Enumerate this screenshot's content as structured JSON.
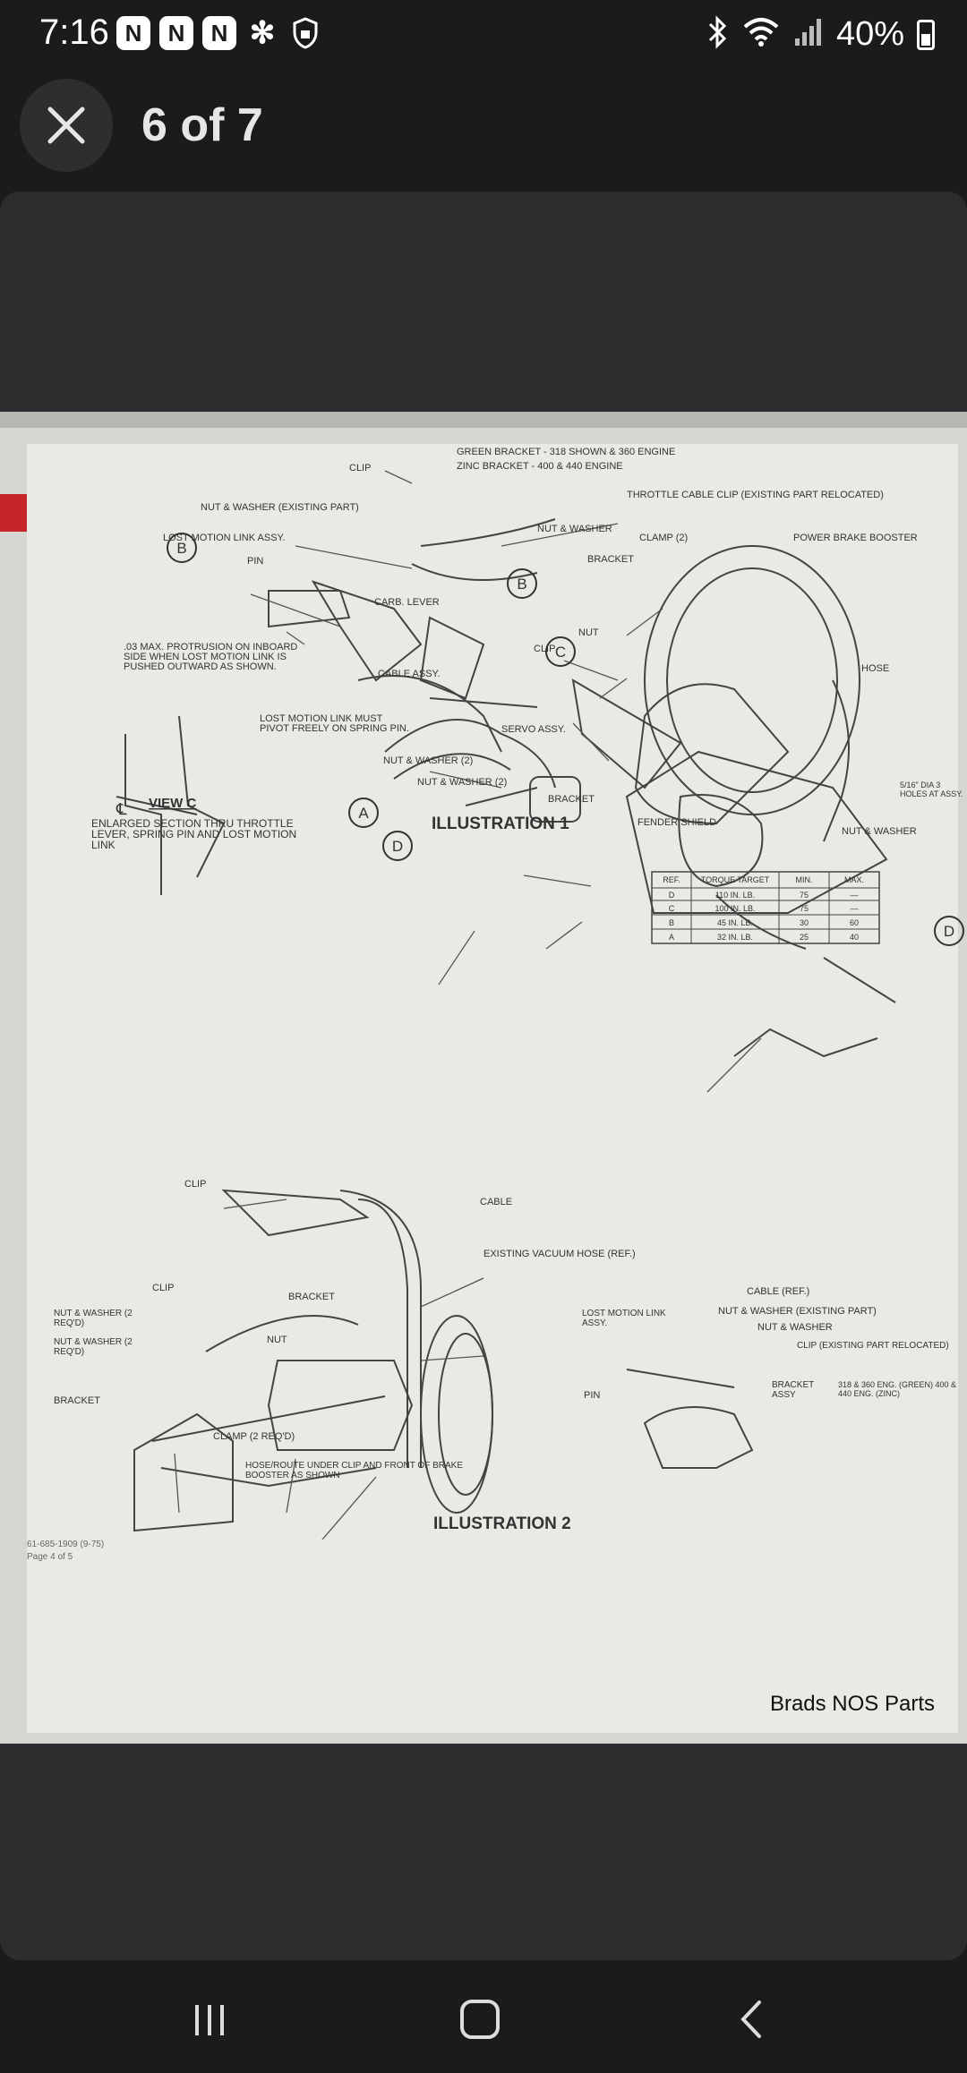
{
  "status_bar": {
    "time": "7:16",
    "notifications": [
      "N",
      "N",
      "N"
    ],
    "extra_icons": [
      "asterisk-icon",
      "shield-lock-icon"
    ],
    "system_icons": [
      "bluetooth-icon",
      "wifi-icon",
      "signal-icon"
    ],
    "battery": "40%"
  },
  "header": {
    "counter": "6 of 7"
  },
  "photo": {
    "watermark": "Brads NOS Parts",
    "illustration1": {
      "title": "ILLUSTRATION 1",
      "labels": {
        "green_bracket": "GREEN BRACKET - 318 SHOWN & 360 ENGINE",
        "zinc_bracket": "ZINC BRACKET - 400 & 440 ENGINE",
        "clip_top": "CLIP",
        "b_existing": "NUT & WASHER (EXISTING PART)",
        "throttle_clip": "THROTTLE CABLE CLIP (EXISTING PART RELOCATED)",
        "lost_motion": "LOST MOTION LINK ASSY.",
        "b_nut_washer": "NUT & WASHER",
        "clamp": "CLAMP (2)",
        "power_brake": "POWER BRAKE BOOSTER",
        "bracket": "BRACKET",
        "pin": "PIN",
        "carb_lever": "CARB. LEVER",
        "c_nut": "NUT",
        "clip_mid": "CLIP",
        "protrusion": ".03 MAX. PROTRUSION ON INBOARD SIDE WHEN LOST MOTION LINK IS PUSHED OUTWARD AS SHOWN.",
        "cable_assy": "CABLE ASSY.",
        "hose": "HOSE",
        "pivot": "LOST MOTION LINK MUST PIVOT FREELY ON SPRING PIN.",
        "servo": "SERVO ASSY.",
        "a_nut": "NUT & WASHER (2)",
        "d_nut": "NUT & WASHER (2)",
        "bracket_low": "BRACKET",
        "dia": "5/16\" DIA 3 HOLES AT ASSY.",
        "view_c": "VIEW C",
        "enlarged": "ENLARGED SECTION THRU THROTTLE LEVER, SPRING PIN AND LOST MOTION LINK",
        "fender": "FENDER SHIELD",
        "d_nut_right": "NUT & WASHER",
        "cl": "℄"
      },
      "callouts": [
        "B",
        "B",
        "C",
        "A",
        "D",
        "D"
      ]
    },
    "torque_table": {
      "headers": [
        "REF.",
        "TORQUE TARGET",
        "MIN.",
        "MAX."
      ],
      "rows": [
        [
          "D",
          "110 IN. LB.",
          "75",
          "—"
        ],
        [
          "C",
          "100 IN. LB.",
          "75",
          "—"
        ],
        [
          "B",
          "45 IN. LB.",
          "30",
          "60"
        ],
        [
          "A",
          "32 IN. LB.",
          "25",
          "40"
        ]
      ]
    },
    "illustration2": {
      "title": "ILLUSTRATION 2",
      "labels": {
        "clip1": "CLIP",
        "cable": "CABLE",
        "vacuum": "EXISTING VACUUM HOSE (REF.)",
        "clip2": "CLIP",
        "bracket_top": "BRACKET",
        "nw1": "NUT & WASHER (2 REQ'D)",
        "nw2": "NUT & WASHER (2 REQ'D)",
        "nut": "NUT",
        "bracket_left": "BRACKET",
        "clamp": "CLAMP (2 REQ'D)",
        "hose_route": "HOSE/ROUTE UNDER CLIP AND FRONT OF BRAKE BOOSTER AS SHOWN",
        "cable_ref": "CABLE (REF.)",
        "lost_motion": "LOST MOTION LINK ASSY.",
        "nw_existing": "NUT & WASHER (EXISTING PART)",
        "nw": "NUT & WASHER",
        "clip_existing": "CLIP (EXISTING PART RELOCATED)",
        "pin": "PIN",
        "bracket_assy": "BRACKET ASSY",
        "eng": "318 & 360 ENG. (GREEN) 400 & 440 ENG. (ZINC)"
      }
    },
    "footer": {
      "code": "61-685-1909 (9-75)",
      "page": "Page 4 of 5"
    }
  },
  "nav": {
    "buttons": [
      "recent-apps",
      "home",
      "back"
    ]
  }
}
